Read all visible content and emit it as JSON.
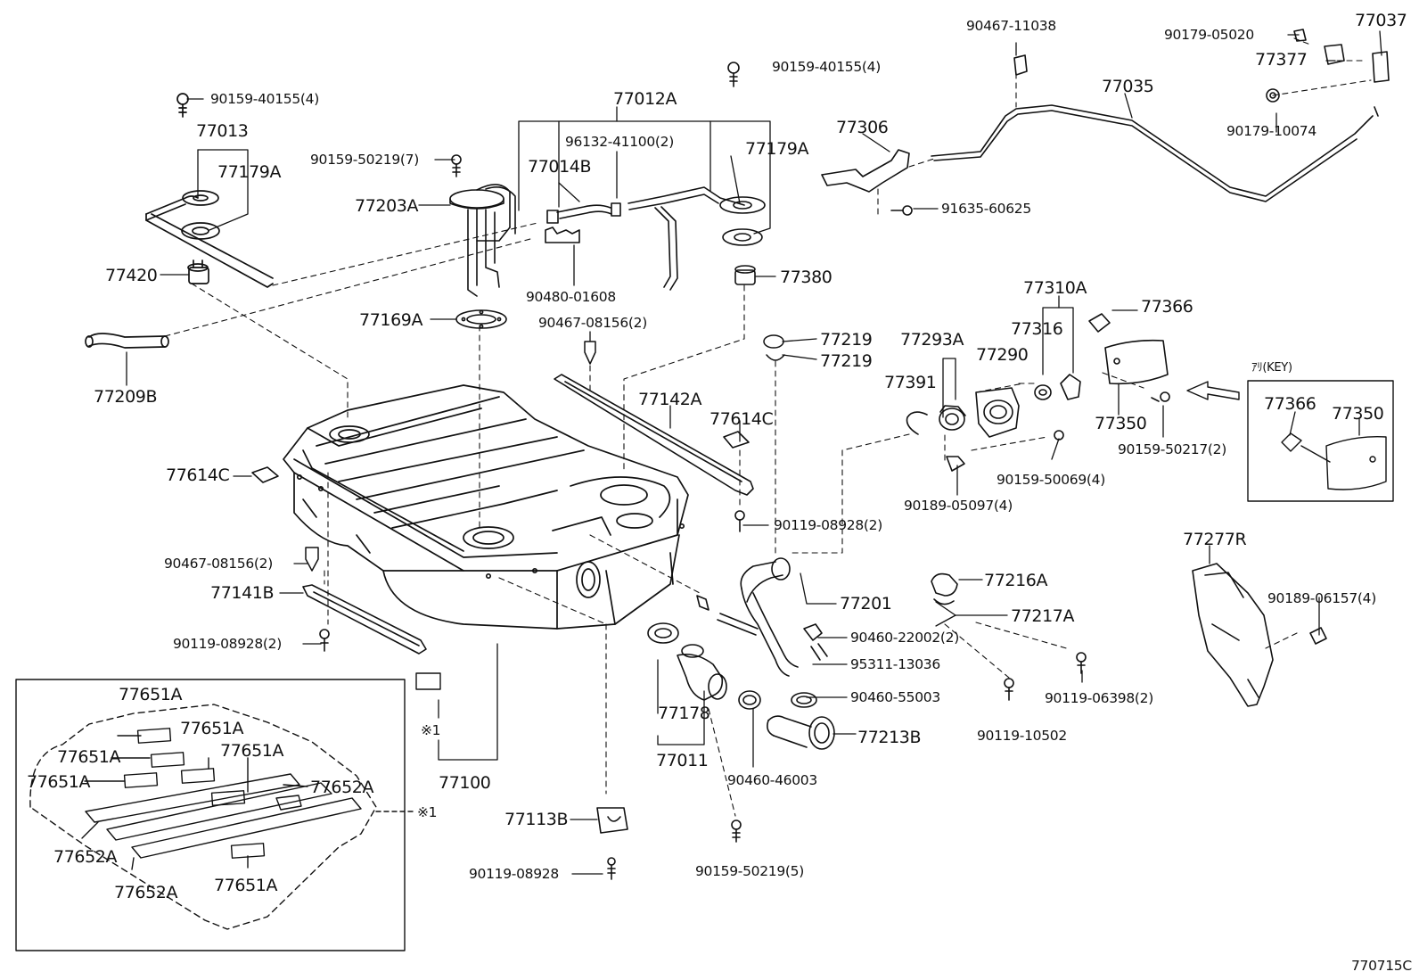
{
  "diagram_code": "770715C",
  "key_note": "ｱﾘ(KEY)",
  "reference_mark": "※1",
  "parts": {
    "p_90159_40155_left": "90159-40155(4)",
    "p_77013": "77013",
    "p_77179A_left": "77179A",
    "p_90159_50219_7": "90159-50219(7)",
    "p_77203A": "77203A",
    "p_77420": "77420",
    "p_77209B": "77209B",
    "p_77012A": "77012A",
    "p_96132_41100": "96132-41100(2)",
    "p_77014B": "77014B",
    "p_77179A_right": "77179A",
    "p_90159_40155_top": "90159-40155(4)",
    "p_90480_01608": "90480-01608",
    "p_77169A": "77169A",
    "p_77380": "77380",
    "p_90467_08156_top": "90467-08156(2)",
    "p_77219_a": "77219",
    "p_77219_b": "77219",
    "p_77142A": "77142A",
    "p_77614C_right": "77614C",
    "p_77614C_left": "77614C",
    "p_90119_08928_2_right": "90119-08928(2)",
    "p_90467_08156_left": "90467-08156(2)",
    "p_77141B": "77141B",
    "p_90119_08928_2_left": "90119-08928(2)",
    "p_77100": "77100",
    "p_77113B": "77113B",
    "p_90119_08928": "90119-08928",
    "p_77178": "77178",
    "p_77011": "77011",
    "p_90159_50219_5": "90159-50219(5)",
    "p_90460_46003": "90460-46003",
    "p_77213B": "77213B",
    "p_90460_55003": "90460-55003",
    "p_95311_13036": "95311-13036",
    "p_90460_22002": "90460-22002(2)",
    "p_77201": "77201",
    "p_77216A": "77216A",
    "p_77217A": "77217A",
    "p_90119_10502": "90119-10502",
    "p_90119_06398": "90119-06398(2)",
    "p_77277R": "77277R",
    "p_90189_06157": "90189-06157(4)",
    "p_90467_11038": "90467-11038",
    "p_90179_05020": "90179-05020",
    "p_77037": "77037",
    "p_77377": "77377",
    "p_77035": "77035",
    "p_90179_10074": "90179-10074",
    "p_77306": "77306",
    "p_91635_60625": "91635-60625",
    "p_77310A": "77310A",
    "p_77366": "77366",
    "p_77316": "77316",
    "p_77293A": "77293A",
    "p_77290": "77290",
    "p_77391": "77391",
    "p_77350": "77350",
    "p_90159_50217": "90159-50217(2)",
    "p_90159_50069": "90159-50069(4)",
    "p_90189_05097": "90189-05097(4)",
    "p_77366_key": "77366",
    "p_77350_key": "77350",
    "p_77651A_1": "77651A",
    "p_77651A_2": "77651A",
    "p_77651A_3": "77651A",
    "p_77651A_4": "77651A",
    "p_77651A_5": "77651A",
    "p_77651A_6": "77651A",
    "p_77652A_1": "77652A",
    "p_77652A_2": "77652A",
    "p_77652A_3": "77652A"
  }
}
